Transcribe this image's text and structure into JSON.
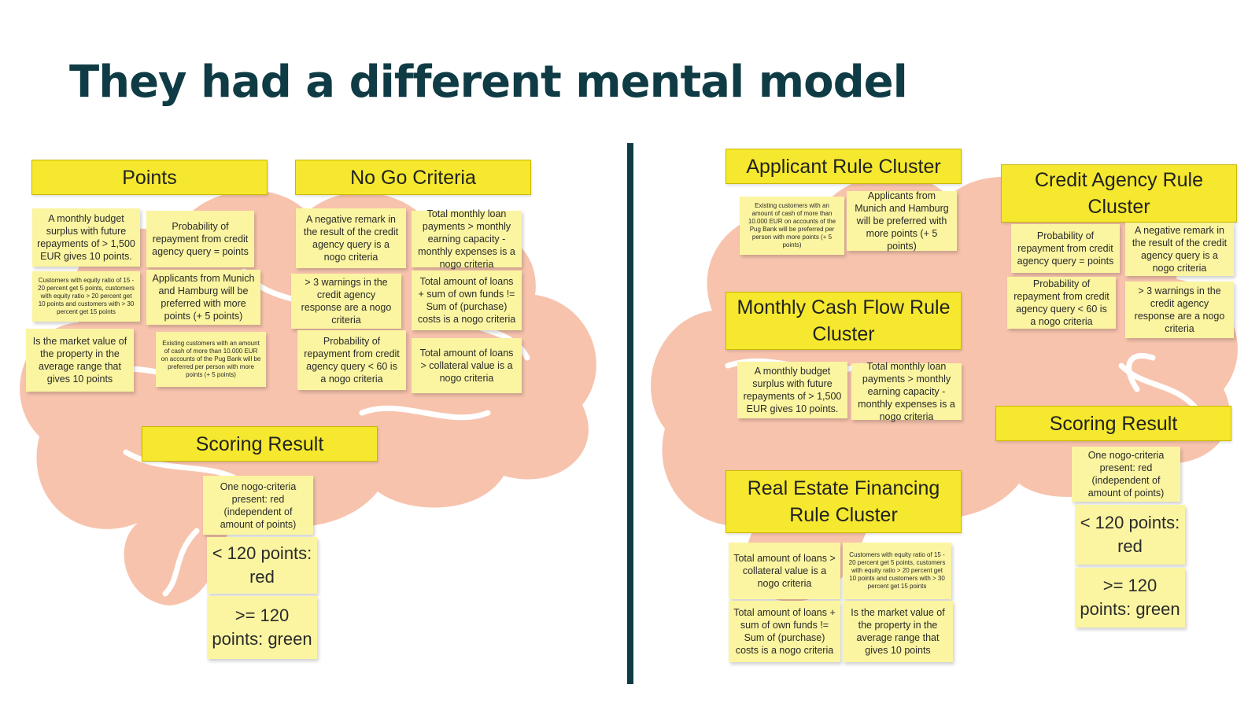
{
  "title": "They had a different mental model",
  "colors": {
    "brain": "#f7c3ad",
    "header": "#f5e82e",
    "note": "#fbf5a1",
    "title": "#0f3b45"
  },
  "left": {
    "points": {
      "header": "Points",
      "notes": [
        "A monthly budget surplus with future repayments of > 1,500 EUR gives 10 points.",
        "Probability of repayment from credit agency query = points",
        "Customers with equity ratio of 15 - 20 percent get 5 points, customers with equity ratio > 20 percent get 10 points and customers with > 30 percent get 15 points",
        "Applicants from Munich and Hamburg will be preferred with more points (+ 5 points)",
        "Is the market value of the property in the average range that gives 10 points",
        "Existing customers with an amount of cash of more than 10.000 EUR on accounts of the Pug Bank will be preferred per person with more points (+ 5 points)"
      ]
    },
    "nogo": {
      "header": "No Go Criteria",
      "notes": [
        "A negative remark in the result of the credit agency query is a nogo criteria",
        "Total monthly loan payments > monthly earning capacity - monthly expenses is a nogo criteria",
        "> 3 warnings in the credit agency response are a nogo criteria",
        "Total amount of loans + sum of own funds != Sum of (purchase) costs is a nogo criteria",
        "Probability of repayment from credit agency query < 60 is a nogo criteria",
        "Total amount of loans > collateral value is a nogo criteria"
      ]
    },
    "scoring": {
      "header": "Scoring Result",
      "notes": [
        "One nogo-criteria present: red (independent of amount of points)",
        "< 120 points: red",
        ">= 120 points: green"
      ]
    }
  },
  "right": {
    "applicant": {
      "header": "Applicant Rule Cluster",
      "notes": [
        "Existing customers with an amount of cash of more than 10.000 EUR on accounts of the Pug Bank will be preferred per person with more points (+ 5 points)",
        "Applicants from Munich and Hamburg will be preferred with more points (+ 5 points)"
      ]
    },
    "credit": {
      "header": "Credit Agency Rule Cluster",
      "notes": [
        "Probability of repayment from credit agency query = points",
        "A negative remark in the result of the credit agency query is a nogo criteria",
        "Probability of repayment from credit agency query < 60 is a nogo criteria",
        "> 3 warnings in the credit agency response are a nogo criteria"
      ]
    },
    "cashflow": {
      "header": "Monthly Cash Flow Rule Cluster",
      "notes": [
        "A monthly budget surplus with future repayments of > 1,500 EUR gives 10 points.",
        "Total monthly loan payments > monthly earning capacity - monthly expenses is a nogo criteria"
      ]
    },
    "realestate": {
      "header": "Real Estate Financing Rule Cluster",
      "notes": [
        "Total amount of loans > collateral value is a nogo criteria",
        "Customers with equity ratio of 15 - 20 percent get 5 points, customers with equity ratio > 20 percent get 10 points and customers with > 30 percent get 15 points",
        "Total amount of loans + sum of own funds != Sum of (purchase) costs is a nogo criteria",
        "Is the market value of the property in the average range that gives 10 points"
      ]
    },
    "scoring": {
      "header": "Scoring Result",
      "notes": [
        "One nogo-criteria present: red (independent of amount of points)",
        "< 120 points: red",
        ">= 120 points: green"
      ]
    }
  }
}
